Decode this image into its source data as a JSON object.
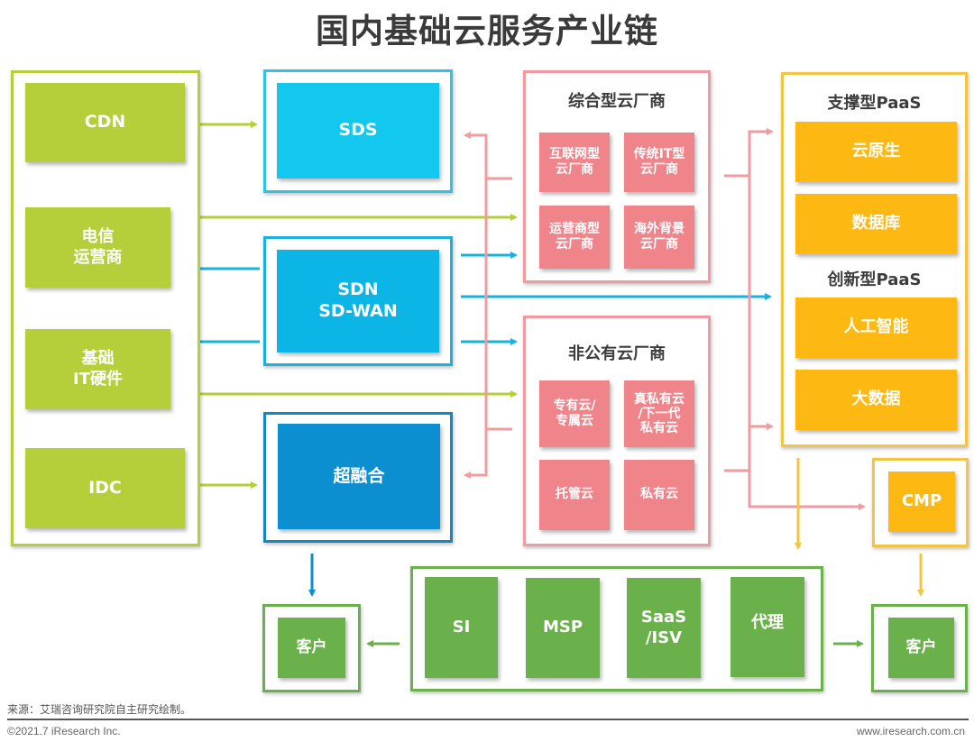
{
  "title": "国内基础云服务产业链",
  "colors": {
    "lime": "#b5cf3a",
    "cyan": "#12c8ef",
    "blue": "#0b8fd0",
    "pink": "#f0848b",
    "pink_line": "#ef9ba0",
    "amber": "#fdb812",
    "amber_line": "#f2c542",
    "green": "#6ab14b"
  },
  "infra": {
    "cdn": "CDN",
    "telecom": [
      "电信",
      "运营商"
    ],
    "hardware": [
      "基础",
      "IT硬件"
    ],
    "idc": "IDC"
  },
  "software_defined": {
    "sds": "SDS",
    "sdn": [
      "SDN",
      "SD-WAN"
    ],
    "hci": "超融合"
  },
  "comprehensive_vendors": {
    "heading": "综合型云厂商",
    "items": [
      [
        "互联网型",
        "云厂商"
      ],
      [
        "传统IT型",
        "云厂商"
      ],
      [
        "运营商型",
        "云厂商"
      ],
      [
        "海外背景",
        "云厂商"
      ]
    ]
  },
  "non_public_vendors": {
    "heading": "非公有云厂商",
    "items": [
      [
        "专有云/",
        "专属云"
      ],
      [
        "真私有云",
        "/下一代",
        "私有云"
      ],
      [
        "托管云"
      ],
      [
        "私有云"
      ]
    ]
  },
  "paas": {
    "support_heading": "支撑型PaaS",
    "support_items": [
      "云原生",
      "数据库"
    ],
    "innovation_heading": "创新型PaaS",
    "innovation_items": [
      "人工智能",
      "大数据"
    ]
  },
  "cmp": "CMP",
  "channels": [
    "SI",
    "MSP",
    "SaaS\n/ISV",
    "代理"
  ],
  "customer_left": "客户",
  "customer_right": "客户",
  "footer": {
    "source": "来源：艾瑞咨询研究院自主研究绘制。",
    "copyright": "©2021.7 iResearch Inc.",
    "url": "www.iresearch.com.cn"
  }
}
